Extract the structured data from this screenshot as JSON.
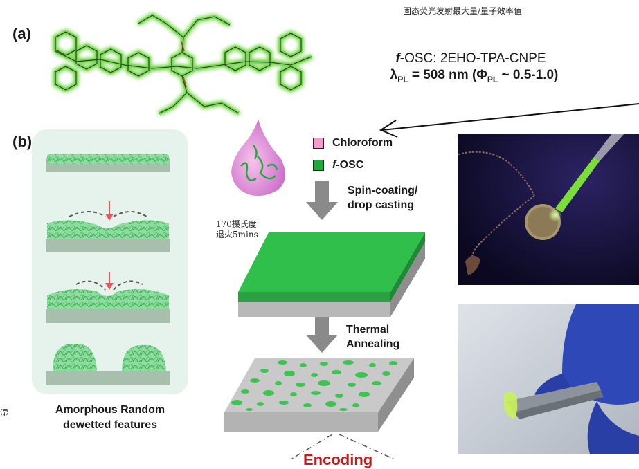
{
  "annotations": {
    "cn_top": "固态荧光发射最大量/量子效率值",
    "cn_anneal_line1": "170摄氏度",
    "cn_anneal_line2": "退火5mins",
    "cn_left_edge": "湿"
  },
  "panel_labels": {
    "a": "(a)",
    "b": "(b)"
  },
  "header": {
    "osc_prefix": "f",
    "osc_rest": "-OSC: 2EHO-TPA-CNPE",
    "lambda": "λ",
    "pl_sub": "PL",
    "equals": " = 508 nm (Φ",
    "phi_sub": "PL",
    "tail": " ~ 0.5-1.0)"
  },
  "legend": {
    "chloroform": "Chloroform",
    "osc_prefix": "f",
    "osc_rest": "-OSC",
    "chloroform_color": "#f59ad0",
    "osc_color": "#1faa3c"
  },
  "steps": {
    "spin_line1": "Spin-coating/",
    "spin_line2": "drop casting",
    "anneal_line1": "Thermal",
    "anneal_line2": "Annealing"
  },
  "caption": {
    "line1": "Amorphous Random",
    "line2": "dewetted features"
  },
  "encoding": "Encoding",
  "colors": {
    "film_green": "#2fbf4a",
    "droplet_green": "#3cc451",
    "slab_gray": "#b8b8b8",
    "arrow_gray": "#8a8a8a",
    "panel_bg": "#e6f3ec",
    "red_arrow": "#e8575a"
  }
}
